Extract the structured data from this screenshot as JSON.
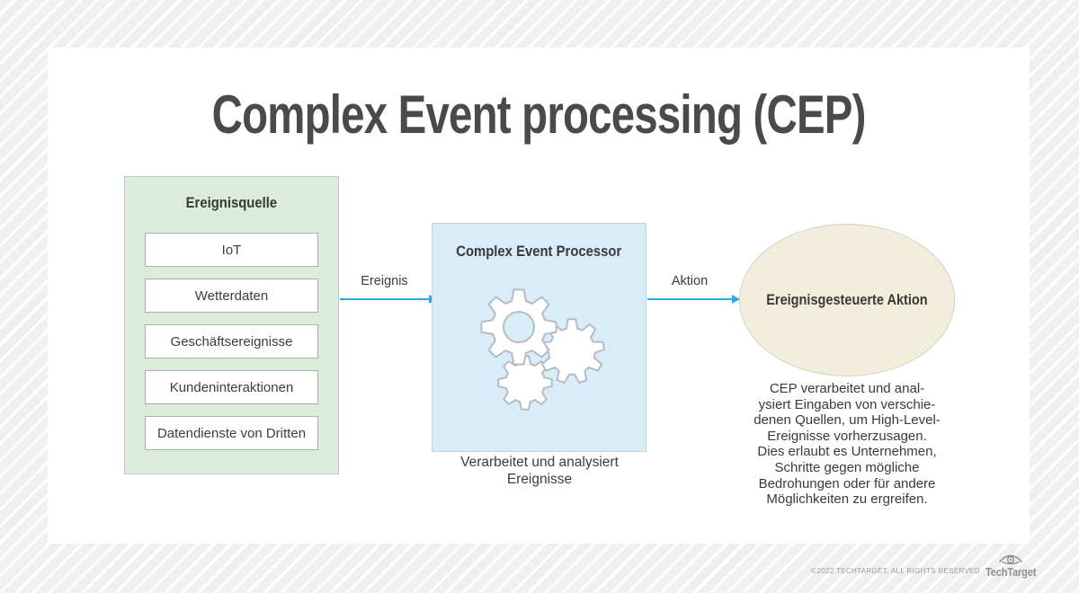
{
  "title": "Complex Event processing (CEP)",
  "source_box": {
    "title": "Ereignisquelle",
    "items": [
      "IoT",
      "Wetterdaten",
      "Geschäftsereignisse",
      "Kundeninteraktionen",
      "Datendienste von Dritten"
    ]
  },
  "flows": {
    "event_label": "Ereignis",
    "action_label": "Aktion"
  },
  "processor_box": {
    "title": "Complex Event Processor",
    "caption": "Verarbeitet und analysiert\nEreignisse"
  },
  "action": {
    "title": "Ereignisgesteuerte Aktion",
    "description": "CEP verarbeitet und anal-\nysiert Eingaben von verschie-\ndenen Quellen, um High-Level-\nEreignisse vorherzusagen.\nDies erlaubt es Unternehmen,\nSchritte gegen mögliche\nBedrohungen oder für andere\nMöglichkeiten zu ergreifen."
  },
  "footer": {
    "copyright": "©2022 TECHTARGET, ALL RIGHTS RESERVED",
    "logo_text": "TechTarget"
  },
  "colors": {
    "arrow_accent": "#29abe2",
    "source_fill": "#dcecdb",
    "processor_fill": "#d9ecf9",
    "action_fill": "#f3eedc",
    "title_text": "#4a4a4c",
    "background_stripe": "#f0f0f0"
  }
}
